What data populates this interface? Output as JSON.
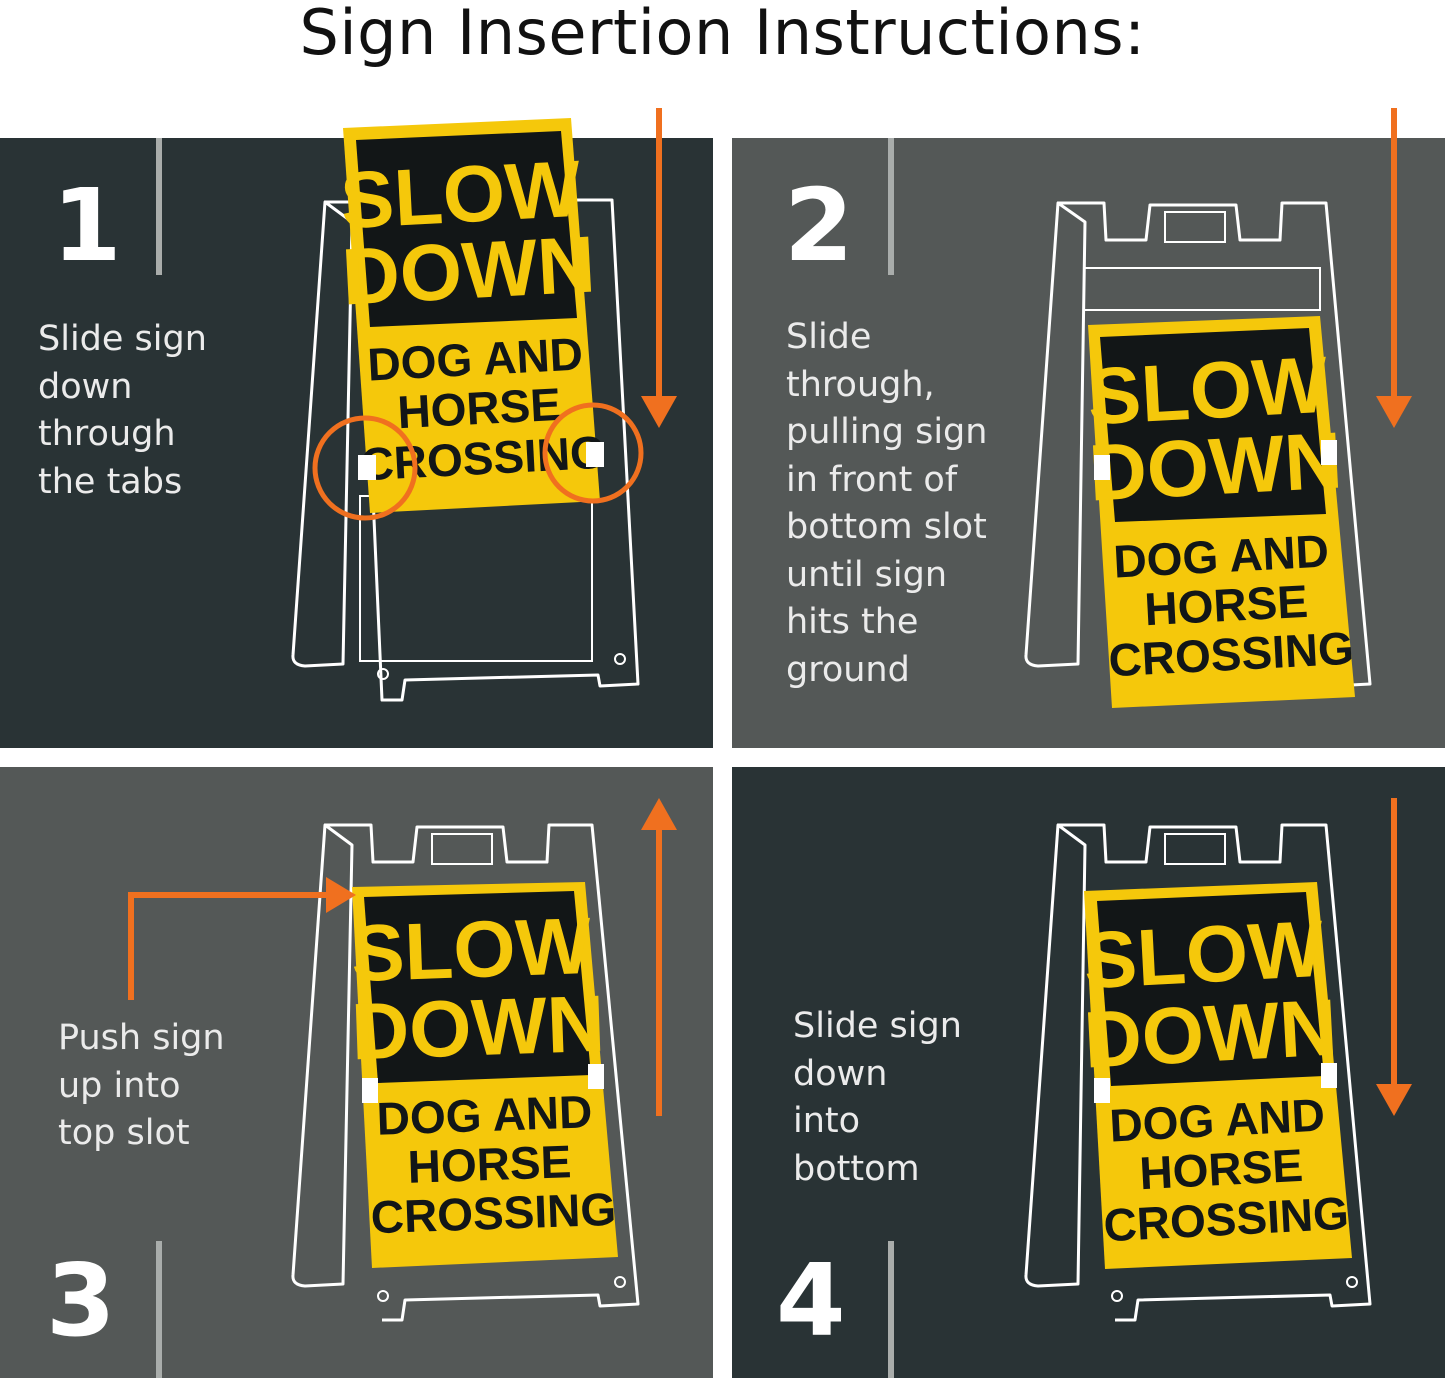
{
  "title": "Sign Insertion Instructions:",
  "sign": {
    "line1": "SLOW",
    "line2": "DOWN",
    "line3": "DOG AND",
    "line4": "HORSE",
    "line5": "CROSSING"
  },
  "steps": [
    {
      "number": "1",
      "text": "Slide sign\ndown\nthrough\nthe tabs"
    },
    {
      "number": "2",
      "text": "Slide\nthrough,\npulling sign\nin front of\nbottom slot\nuntil sign\nhits the\nground"
    },
    {
      "number": "3",
      "text": "Push sign\nup into\ntop slot"
    },
    {
      "number": "4",
      "text": "Slide sign\ndown\ninto\nbottom"
    }
  ],
  "colors": {
    "dark_panel": "#293335",
    "gray_panel": "#545857",
    "arrow": "#f0701f",
    "sign_yellow": "#f5c80b",
    "sign_black": "#121617"
  }
}
